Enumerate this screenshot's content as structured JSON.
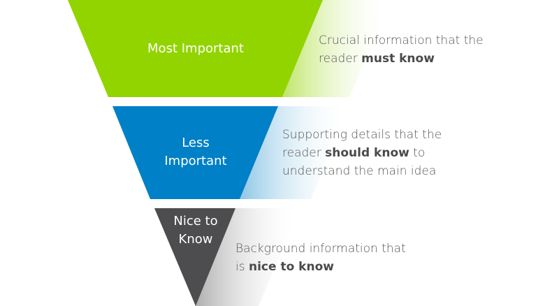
{
  "colors": {
    "top": "#92d400",
    "middle": "#0080c6",
    "bottom": "#4d4d4f",
    "text": "#555555"
  },
  "tiers": [
    {
      "label_lines": [
        "Most Important"
      ],
      "desc_pre": "Crucial information that the reader ",
      "desc_bold": "must know",
      "desc_post": ""
    },
    {
      "label_lines": [
        "Less",
        "Important"
      ],
      "desc_pre": "Supporting details that the reader ",
      "desc_bold": "should know",
      "desc_post": " to understand the main idea"
    },
    {
      "label_lines": [
        "Nice to",
        "Know"
      ],
      "desc_pre": "Background information that is ",
      "desc_bold": "nice to know",
      "desc_post": ""
    }
  ]
}
